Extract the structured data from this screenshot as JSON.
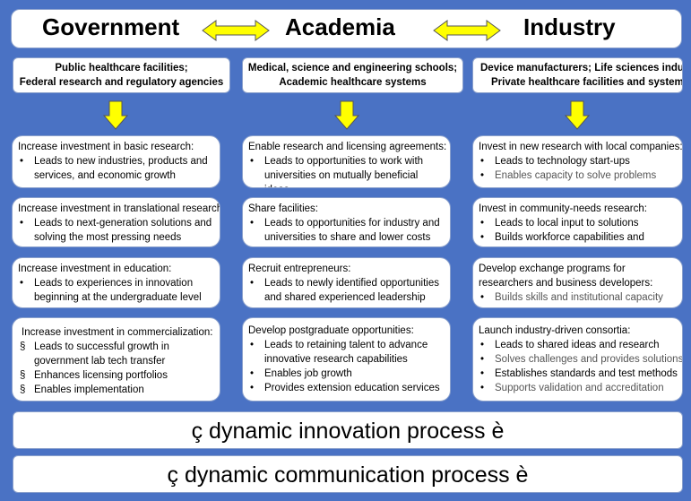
{
  "header": {
    "government": "Government",
    "academia": "Academia",
    "industry": "Industry"
  },
  "columns": [
    {
      "subtitle_lines": [
        "Public  healthcare facilities;",
        "Federal research and regulatory agencies"
      ],
      "cards": [
        {
          "title": "Increase investment in basic research:",
          "bullet": "•",
          "items": [
            {
              "text": "Leads to new industries, products and services, and economic growth",
              "dim": false
            }
          ]
        },
        {
          "title": "Increase investment in translational research:",
          "bullet": "•",
          "items": [
            {
              "text": "Leads to next-generation solutions and solving the most pressing needs",
              "dim": false
            }
          ]
        },
        {
          "title": "Increase investment in education:",
          "bullet": "•",
          "items": [
            {
              "text": "Leads to experiences in innovation beginning at the undergraduate level",
              "dim": false
            }
          ]
        },
        {
          "title": "Increase investment in commercialization:",
          "bullet": "§",
          "items": [
            {
              "text": "Leads  to successful growth in government lab tech transfer",
              "dim": false
            },
            {
              "text": "Enhances licensing portfolios",
              "dim": false
            },
            {
              "text": "Enables implementation",
              "dim": false
            }
          ]
        }
      ]
    },
    {
      "subtitle_lines": [
        "Medical, science and engineering schools;",
        "Academic healthcare systems"
      ],
      "cards": [
        {
          "title": "Enable research and licensing agreements:",
          "bullet": "•",
          "items": [
            {
              "text": "Leads to opportunities to work with universities on mutually beneficial ideas",
              "dim": false
            }
          ]
        },
        {
          "title": "Share facilities:",
          "bullet": "•",
          "items": [
            {
              "text": "Leads to opportunities for industry and universities to share and lower costs",
              "dim": false
            }
          ]
        },
        {
          "title": "Recruit entrepreneurs:",
          "bullet": "•",
          "items": [
            {
              "text": "Leads to newly identified opportunities and shared experienced leadership",
              "dim": false
            }
          ]
        },
        {
          "title": "Develop postgraduate opportunities:",
          "bullet": "•",
          "items": [
            {
              "text": "Leads to retaining talent to advance innovative research capabilities",
              "dim": false
            },
            {
              "text": "Enables job growth",
              "dim": false
            },
            {
              "text": "Provides extension education services",
              "dim": false
            }
          ]
        }
      ]
    },
    {
      "subtitle_lines": [
        "Device manufacturers; Life sciences industry;",
        "Private healthcare facilities and systems"
      ],
      "cards": [
        {
          "title": "Invest in new research with local companies:",
          "bullet": "•",
          "items": [
            {
              "text": "Leads to technology start-ups",
              "dim": false
            },
            {
              "text": "Enables capacity to solve problems",
              "dim": true
            }
          ]
        },
        {
          "title": "Invest in community-needs research:",
          "bullet": "•",
          "items": [
            {
              "text": "Leads to local input to solutions",
              "dim": false
            },
            {
              "text": "Builds workforce capabilities and capacity",
              "dim": false
            }
          ]
        },
        {
          "title": "Develop exchange programs for researchers and business developers:",
          "bullet": "•",
          "items": [
            {
              "text": "Builds skills and institutional capacity",
              "dim": true
            }
          ]
        },
        {
          "title": "Launch industry-driven consortia:",
          "bullet": "•",
          "items": [
            {
              "text": "Leads to shared ideas and research",
              "dim": false
            },
            {
              "text": "Solves challenges and provides solutions",
              "dim": true
            },
            {
              "text": "Establishes standards and test methods",
              "dim": false
            },
            {
              "text": "Supports validation and accreditation",
              "dim": true
            }
          ]
        }
      ]
    }
  ],
  "bars": {
    "innovation": "ç    dynamic innovation process  è",
    "communication": "ç    dynamic communication process  è"
  },
  "colors": {
    "background": "#4a72c4",
    "arrow_fill": "#ffff00",
    "arrow_stroke": "#555555"
  }
}
